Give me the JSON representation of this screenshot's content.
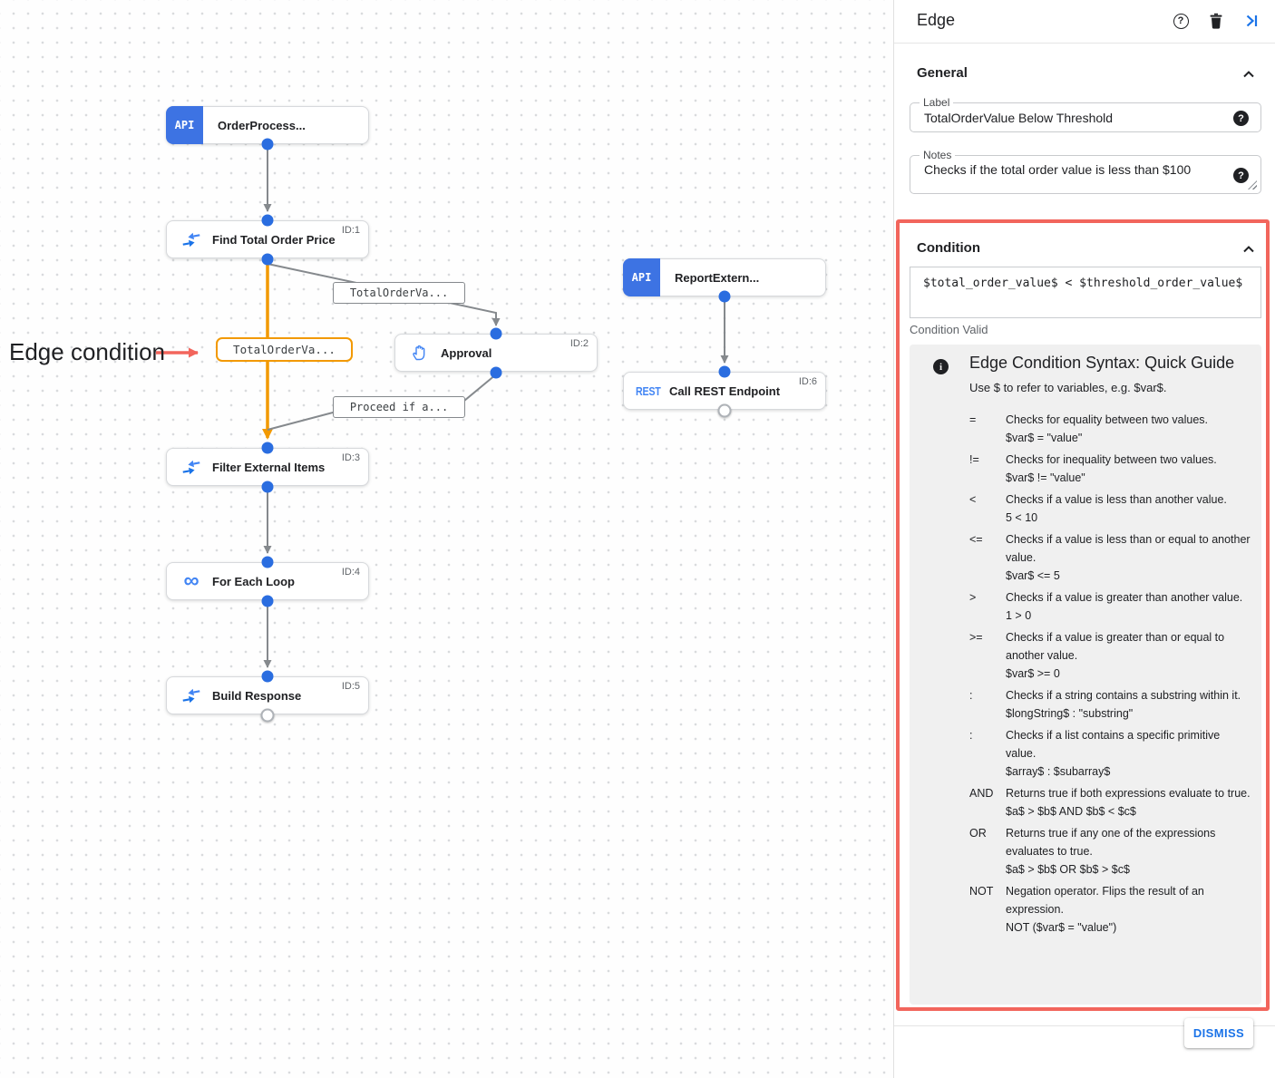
{
  "colors": {
    "accent_blue": "#1A73E8",
    "icon_blue": "#4285F4",
    "badge_blue": "#3D73E3",
    "edge_orange": "#F29900",
    "edge_gray": "#85898D",
    "annotation_red": "#F2655C",
    "connector_blue": "#2A6DE0"
  },
  "canvas": {
    "annotation": "Edge condition",
    "nodes": [
      {
        "name": "OrderProcess...",
        "badge": "API",
        "icon": "api-trigger-icon"
      },
      {
        "name": "Find Total Order Price",
        "id": "ID:1",
        "icon": "data-mapping-icon"
      },
      {
        "name": "Approval",
        "id": "ID:2",
        "icon": "hand-approval-icon"
      },
      {
        "name": "ReportExtern...",
        "badge": "API",
        "icon": "api-trigger-icon"
      },
      {
        "name": "Call REST Endpoint",
        "id": "ID:6",
        "icon": "rest-icon",
        "icon_text": "REST"
      },
      {
        "name": "Filter External Items",
        "id": "ID:3",
        "icon": "data-mapping-icon"
      },
      {
        "name": "For Each Loop",
        "id": "ID:4",
        "icon": "loop-icon",
        "icon_text": "∞"
      },
      {
        "name": "Build Response",
        "id": "ID:5",
        "icon": "data-mapping-icon"
      }
    ],
    "edge_labels": [
      {
        "text": "TotalOrderVa...",
        "state": "default"
      },
      {
        "text": "TotalOrderVa...",
        "state": "selected"
      },
      {
        "text": "Proceed if a...",
        "state": "default"
      }
    ]
  },
  "panel": {
    "title": "Edge",
    "header_icons": [
      "help-icon",
      "trash-icon",
      "collapse-panel-icon"
    ],
    "general": {
      "section_label": "General",
      "label_field": {
        "label": "Label",
        "value": "TotalOrderValue Below Threshold"
      },
      "notes_field": {
        "label": "Notes",
        "value": "Checks if the total order value is less than $100"
      }
    },
    "condition": {
      "section_label": "Condition",
      "expression": "$total_order_value$ < $threshold_order_value$",
      "status": "Condition Valid",
      "guide": {
        "title": "Edge Condition Syntax: Quick Guide",
        "intro": "Use $ to refer to variables, e.g. $var$.",
        "rows": [
          {
            "op": "=",
            "desc": "Checks for equality between two values.",
            "example": "$var$ = \"value\""
          },
          {
            "op": "!=",
            "desc": "Checks for inequality between two values.",
            "example": "$var$ != \"value\""
          },
          {
            "op": "<",
            "desc": "Checks if a value is less than another value.",
            "example": "5 < 10"
          },
          {
            "op": "<=",
            "desc": "Checks if a value is less than or equal to another value.",
            "example": "$var$ <= 5"
          },
          {
            "op": ">",
            "desc": "Checks if a value is greater than another value.",
            "example": "1 > 0"
          },
          {
            "op": ">=",
            "desc": "Checks if a value is greater than or equal to another value.",
            "example": "$var$ >= 0"
          },
          {
            "op": ":",
            "desc": "Checks if a string contains a substring within it.",
            "example": "$longString$ : \"substring\""
          },
          {
            "op": ":",
            "desc": "Checks if a list contains a specific primitive value.",
            "example": "$array$ : $subarray$"
          },
          {
            "op": "AND",
            "desc": "Returns true if both expressions evaluate to true.",
            "example": "$a$ > $b$ AND $b$ < $c$"
          },
          {
            "op": "OR",
            "desc": "Returns true if any one of the expressions evaluates to true.",
            "example": "$a$ > $b$ OR $b$ > $c$"
          },
          {
            "op": "NOT",
            "desc": "Negation operator. Flips the result of an expression.",
            "example": "NOT ($var$ = \"value\")"
          }
        ]
      }
    },
    "dismiss_label": "DISMISS"
  }
}
